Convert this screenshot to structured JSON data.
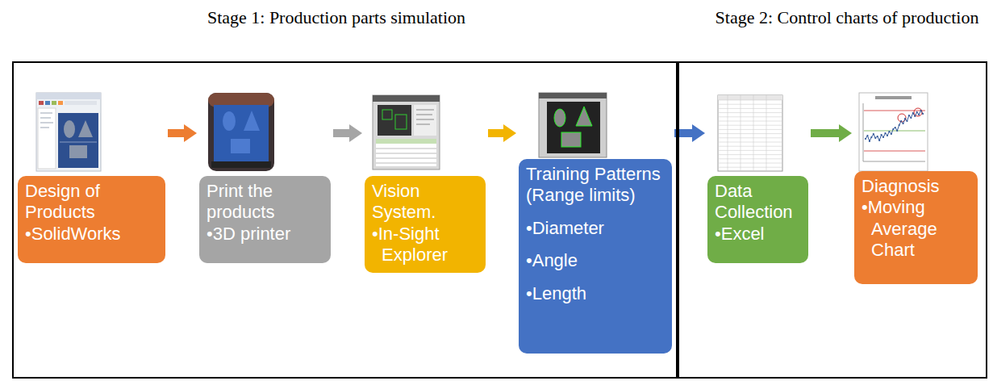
{
  "diagram": {
    "nodes": [
      {
        "text": [
          "Stage 1: Production parts simulation"
        ]
      },
      {
        "text": [
          "Design of Products",
          "•SolidWorks"
        ],
        "in": 0
      },
      {
        "text": [
          "Print the products",
          "•3D printer"
        ],
        "in": 0
      },
      {
        "text": [
          "Vision System.",
          "•In-Sight Explorer"
        ],
        "in": 0
      },
      {
        "text": [
          "Training Patterns (Range limits)",
          "•Diameter",
          "•Angle",
          "•Length"
        ],
        "in": 0
      },
      {
        "text": [
          "Stage 2: Control charts of production"
        ]
      },
      {
        "text": [
          "Data Collection",
          "•Excel"
        ],
        "in": 5
      },
      {
        "text": [
          "Diagnosis",
          "•Moving Average Chart"
        ],
        "in": 5
      }
    ],
    "edges": [
      {
        "from": 1,
        "to": 2,
        "arrow": "to"
      },
      {
        "from": 2,
        "to": 3,
        "arrow": "to"
      },
      {
        "from": 3,
        "to": 4,
        "arrow": "to"
      },
      {
        "from": 4,
        "to": 6,
        "arrow": "to"
      },
      {
        "from": 6,
        "to": 7,
        "arrow": "to"
      }
    ]
  }
}
